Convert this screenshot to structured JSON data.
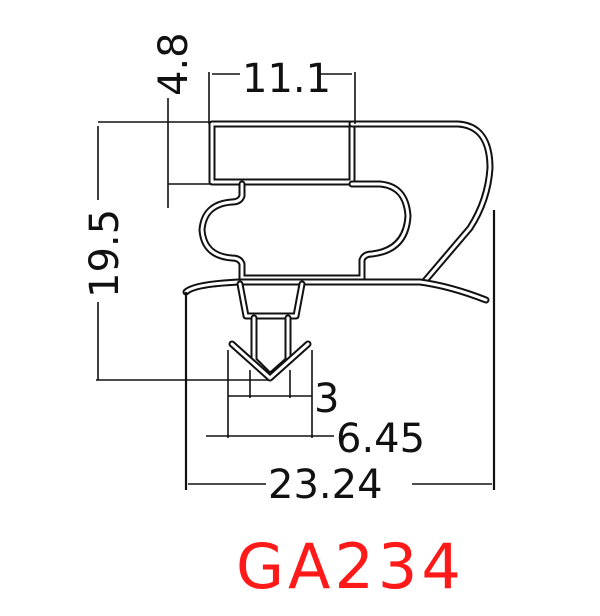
{
  "drawing": {
    "model_code": "GA234",
    "model_color": "#ff1a1a",
    "line_color": "#111111",
    "background": "#ffffff"
  },
  "dimensions": {
    "height_top_chamber": "4.8",
    "width_top_chamber": "11.1",
    "total_height": "19.5",
    "dart_width": "3",
    "dart_base_width": "6.45",
    "total_width": "23.24"
  }
}
